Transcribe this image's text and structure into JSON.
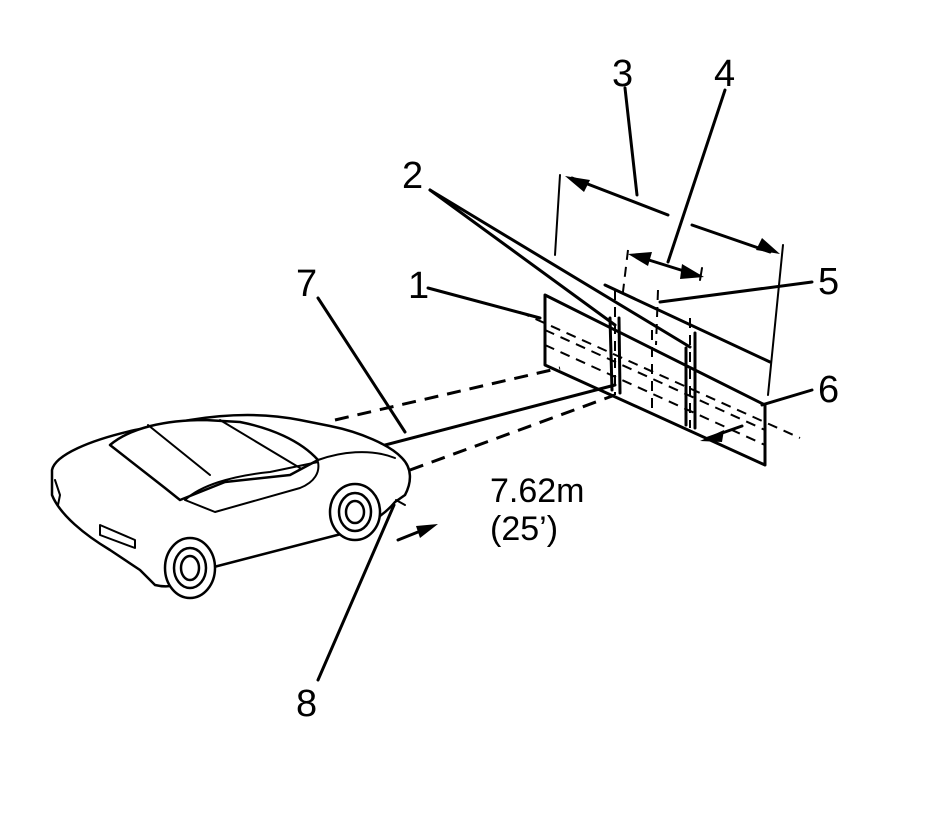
{
  "diagram": {
    "callouts": [
      "1",
      "2",
      "3",
      "4",
      "5",
      "6",
      "7",
      "8"
    ],
    "distance_metric": "7.62m",
    "distance_imperial": "(25’)"
  }
}
